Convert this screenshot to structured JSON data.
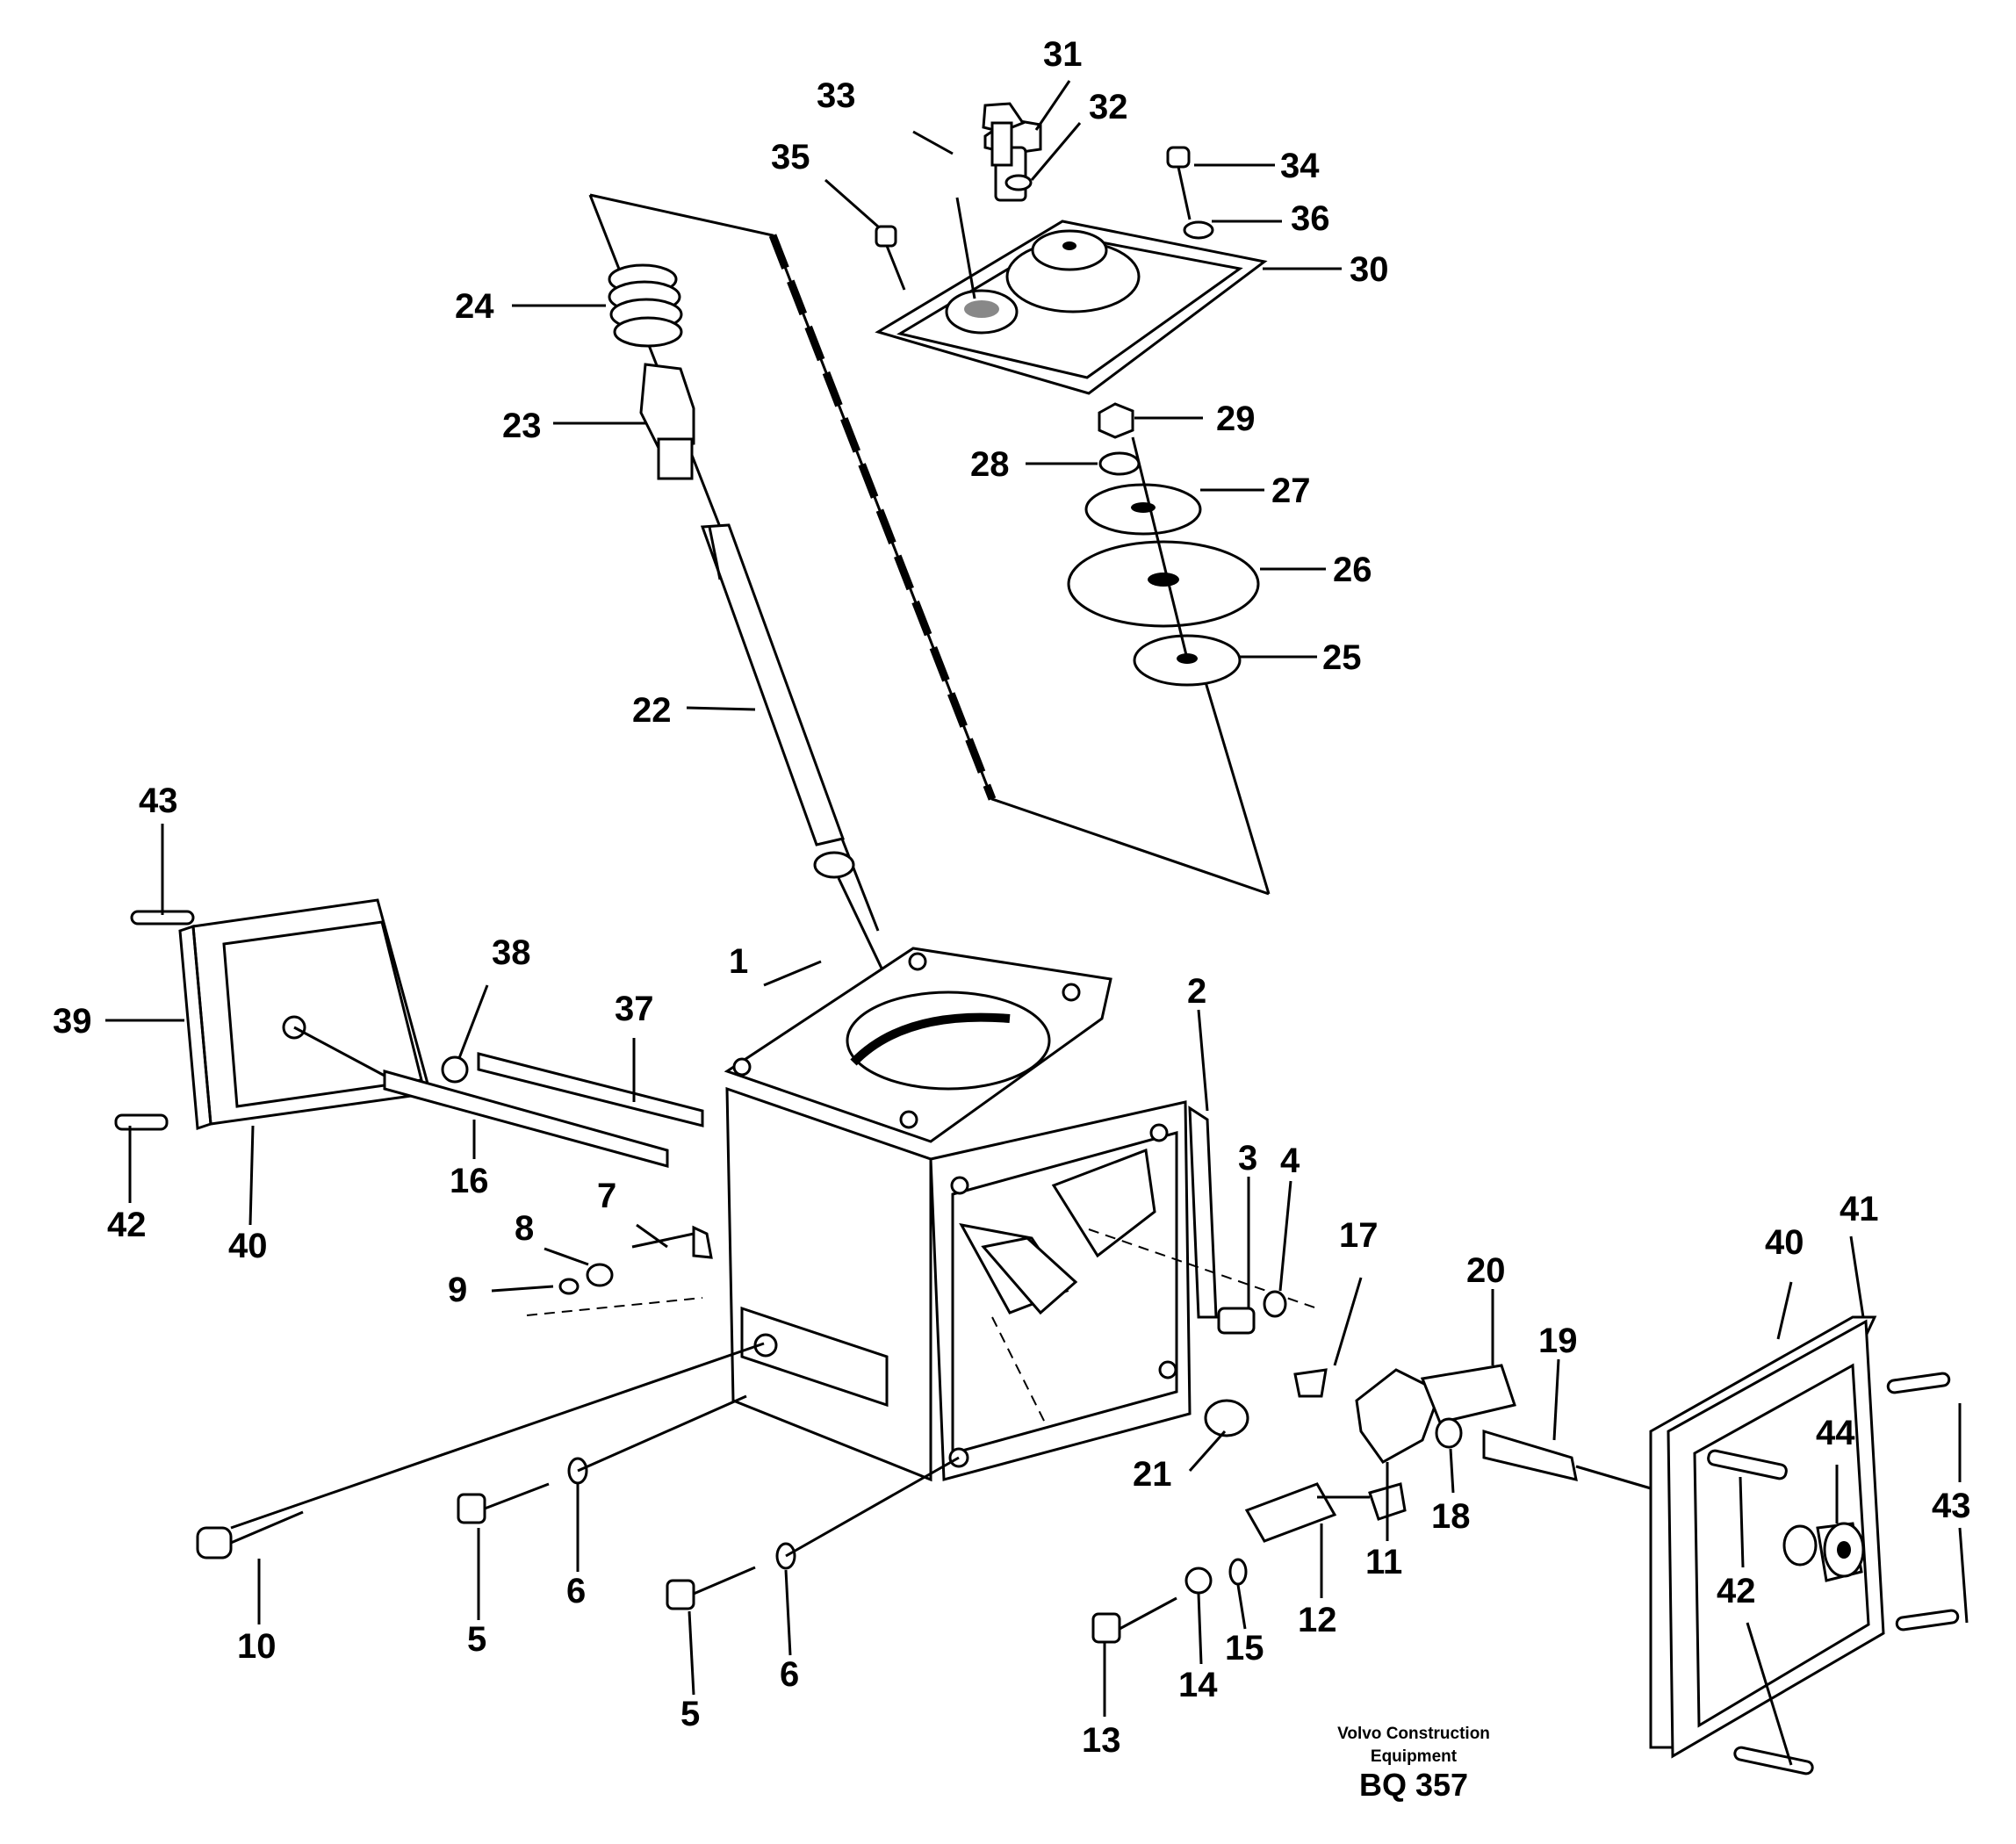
{
  "figure": {
    "labels": [
      "1",
      "2",
      "3",
      "4",
      "5",
      "5",
      "6",
      "6",
      "7",
      "8",
      "9",
      "10",
      "11",
      "12",
      "13",
      "14",
      "15",
      "16",
      "17",
      "18",
      "19",
      "20",
      "21",
      "22",
      "23",
      "24",
      "25",
      "26",
      "27",
      "28",
      "29",
      "30",
      "31",
      "32",
      "33",
      "34",
      "35",
      "36",
      "37",
      "38",
      "39",
      "40",
      "40",
      "41",
      "42",
      "42",
      "43",
      "43",
      "44"
    ],
    "caption_line1": "Volvo Construction",
    "caption_line2": "Equipment",
    "drawing_code": "BQ 357"
  }
}
